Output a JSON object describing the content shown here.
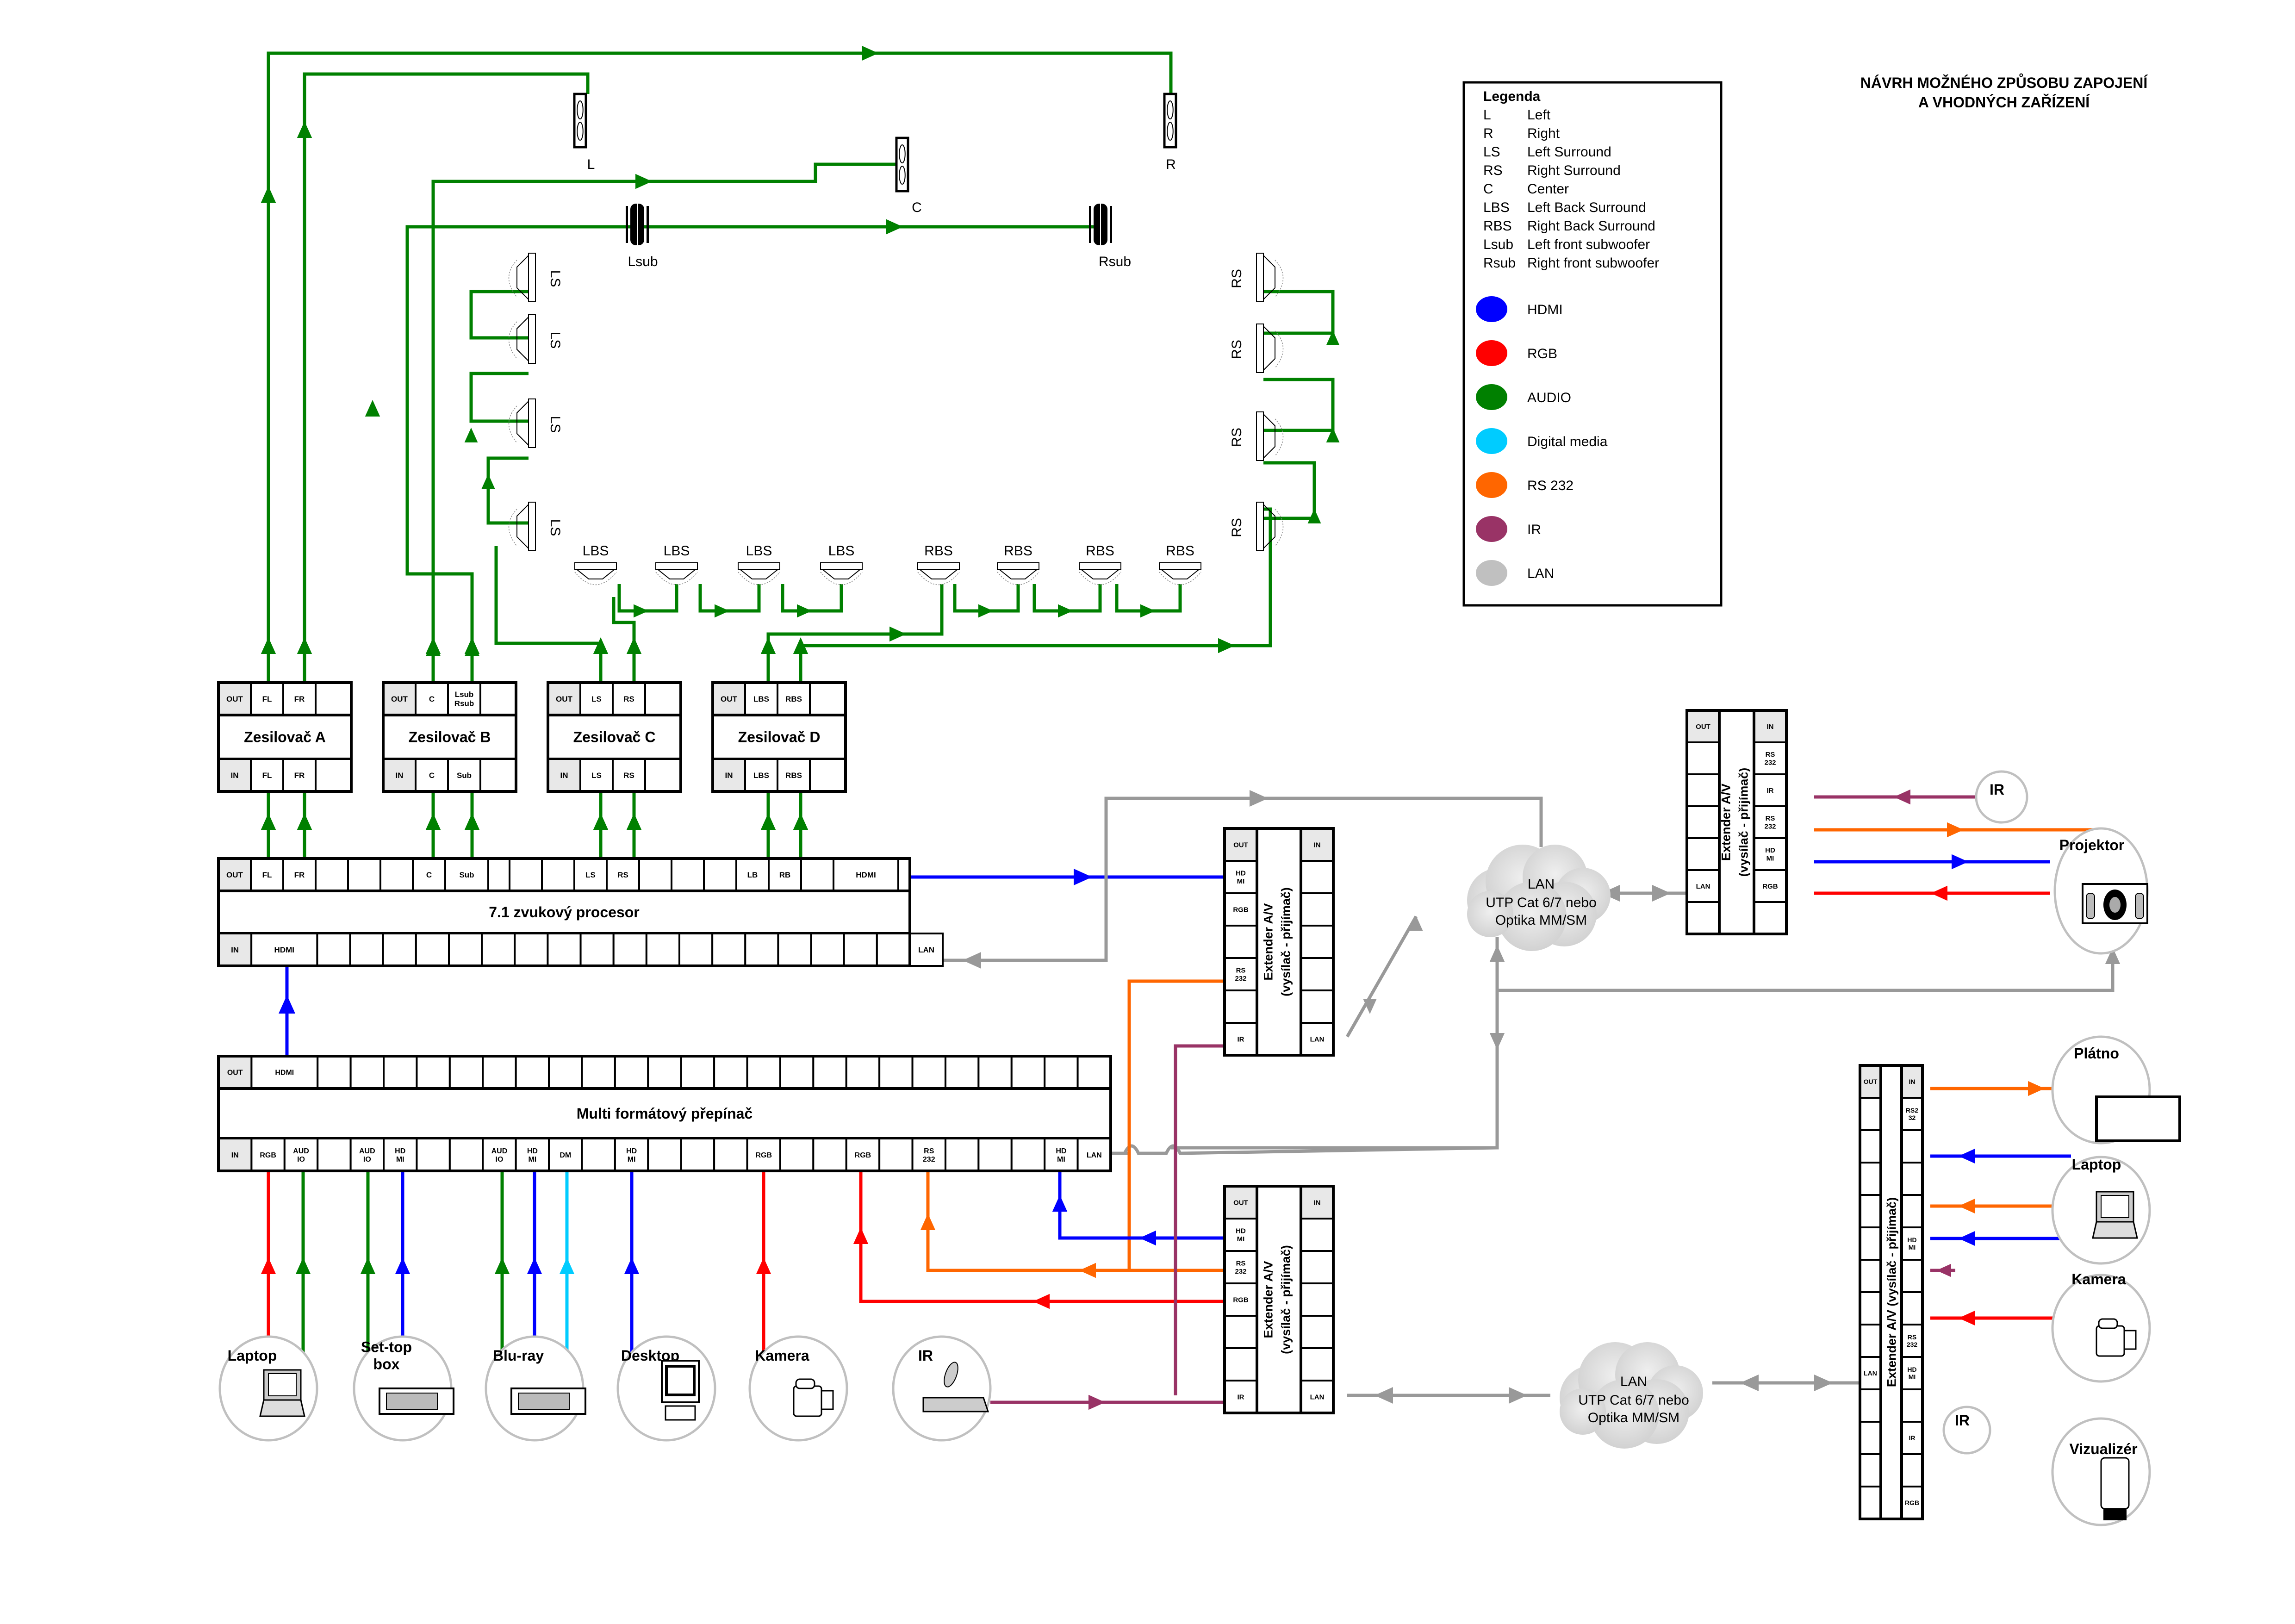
{
  "title": {
    "line1": "NÁVRH MOŽNÉHO ZPŮSOBU ZAPOJENÍ",
    "line2": "A VHODNÝCH ZAŘÍZENÍ"
  },
  "colors": {
    "hdmi": "#0000ff",
    "rgb": "#ff0000",
    "audio": "#008000",
    "digital_media": "#00ccff",
    "rs232": "#ff6600",
    "ir": "#993366",
    "lan": "#999999"
  },
  "legend": {
    "title": "Legenda",
    "abbreviations": [
      {
        "code": "L",
        "meaning": "Left"
      },
      {
        "code": "R",
        "meaning": "Right"
      },
      {
        "code": "LS",
        "meaning": "Left Surround"
      },
      {
        "code": "RS",
        "meaning": "Right Surround"
      },
      {
        "code": "C",
        "meaning": "Center"
      },
      {
        "code": "LBS",
        "meaning": "Left Back Surround"
      },
      {
        "code": "RBS",
        "meaning": "Right Back Surround"
      },
      {
        "code": "Lsub",
        "meaning": "Left front subwoofer"
      },
      {
        "code": "Rsub",
        "meaning": "Right front subwoofer"
      }
    ],
    "signals": [
      {
        "label": "HDMI",
        "color": "#0000ff"
      },
      {
        "label": "RGB",
        "color": "#ff0000"
      },
      {
        "label": "AUDIO",
        "color": "#008000"
      },
      {
        "label": "Digital media",
        "color": "#00ccff"
      },
      {
        "label": "RS 232",
        "color": "#ff6600"
      },
      {
        "label": "IR",
        "color": "#993366"
      },
      {
        "label": "LAN",
        "color": "#c0c0c0"
      }
    ]
  },
  "speakers": {
    "front": [
      {
        "label": "L"
      },
      {
        "label": "C"
      },
      {
        "label": "R"
      }
    ],
    "subs": [
      {
        "label": "Lsub"
      },
      {
        "label": "Rsub"
      }
    ],
    "left_surround": [
      "LS",
      "LS",
      "LS",
      "LS"
    ],
    "right_surround": [
      "RS",
      "RS",
      "RS",
      "RS"
    ],
    "back": [
      "LBS",
      "LBS",
      "LBS",
      "LBS",
      "RBS",
      "RBS",
      "RBS",
      "RBS"
    ]
  },
  "amplifiers": [
    {
      "name": "Zesilovač A",
      "out": [
        "OUT",
        "FL",
        "FR",
        ""
      ],
      "in": [
        "IN",
        "FL",
        "FR",
        ""
      ]
    },
    {
      "name": "Zesilovač B",
      "out": [
        "OUT",
        "C",
        "Lsub\nRsub",
        ""
      ],
      "in": [
        "IN",
        "C",
        "Sub",
        ""
      ]
    },
    {
      "name": "Zesilovač C",
      "out": [
        "OUT",
        "LS",
        "RS",
        ""
      ],
      "in": [
        "IN",
        "LS",
        "RS",
        ""
      ]
    },
    {
      "name": "Zesilovač D",
      "out": [
        "OUT",
        "LBS",
        "RBS",
        ""
      ],
      "in": [
        "IN",
        "LBS",
        "RBS",
        ""
      ]
    }
  ],
  "processor": {
    "name": "7.1 zvukový procesor",
    "out": [
      "OUT",
      "FL",
      "FR",
      "",
      "",
      "",
      "C",
      "Sub",
      "",
      "",
      "",
      "LS",
      "RS",
      "",
      "",
      "",
      "LB",
      "RB",
      "",
      "HDMI"
    ],
    "in": [
      "IN",
      "HDMI",
      "",
      "",
      "",
      "",
      "",
      "",
      "",
      "",
      "",
      "",
      "",
      "",
      "",
      "",
      "",
      "",
      "",
      "",
      "LAN"
    ]
  },
  "switcher": {
    "name": "Multi formátový přepínač",
    "out": [
      "OUT",
      "HDMI",
      "",
      "",
      "",
      "",
      "",
      "",
      "",
      "",
      "",
      "",
      "",
      "",
      "",
      "",
      "",
      "",
      "",
      "",
      "",
      "",
      "",
      "",
      "",
      "",
      ""
    ],
    "in": [
      "IN",
      "RGB",
      "AUD\nIO",
      "",
      "AUD\nIO",
      "HD\nMI",
      "",
      "",
      "AUD\nIO",
      "HD\nMI",
      "DM",
      "",
      "HD\nMI",
      "",
      "",
      "",
      "RGB",
      "",
      "",
      "RGB",
      "",
      "RS\n232",
      "",
      "",
      "",
      "HD\nMI",
      "LAN"
    ]
  },
  "extenders": [
    {
      "id": "ext1",
      "title": "Extender A/V",
      "subtitle": "(vysílač - přijímač)",
      "left": [
        "OUT",
        "HD\nMI",
        "RGB",
        "",
        "RS\n232",
        "",
        "IR"
      ],
      "right": [
        "IN",
        "",
        "",
        "",
        "",
        "",
        "LAN"
      ]
    },
    {
      "id": "ext2",
      "title": "Extender A/V",
      "subtitle": "(vysílač - přijímač)",
      "left": [
        "OUT",
        "HD\nMI",
        "RS\n232",
        "RGB",
        "",
        "",
        "IR"
      ],
      "right": [
        "IN",
        "",
        "",
        "",
        "",
        "",
        "LAN"
      ]
    },
    {
      "id": "ext3",
      "title": "Extender A/V",
      "subtitle": "(vysílač - přijímač)",
      "left": [
        "OUT",
        "",
        "",
        "",
        "",
        "LAN",
        ""
      ],
      "right": [
        "IN",
        "RS\n232",
        "IR",
        "RS\n232",
        "HD\nMI",
        "RGB",
        ""
      ]
    },
    {
      "id": "ext4",
      "title": "Extender A/V (vysílač - přijímač)",
      "subtitle": "",
      "left": [
        "OUT",
        "",
        "",
        "",
        "",
        "",
        "",
        "",
        "",
        "LAN",
        "",
        "",
        "",
        "",
        ""
      ],
      "right": [
        "IN",
        "RS2\n32",
        "",
        "",
        "",
        "HD\nMI",
        "",
        "",
        "RS\n232",
        "HD\nMI",
        "",
        "IR",
        "",
        "RGB"
      ]
    }
  ],
  "clouds": [
    {
      "line1": "LAN",
      "line2": "UTP Cat 6/7 nebo",
      "line3": "Optika MM/SM"
    },
    {
      "line1": "LAN",
      "line2": "UTP Cat 6/7 nebo",
      "line3": "Optika MM/SM"
    }
  ],
  "sources": [
    {
      "label": "Laptop",
      "icon": "laptop"
    },
    {
      "label": "Set-top\nbox",
      "icon": "settop"
    },
    {
      "label": "Blu-ray",
      "icon": "bluray"
    },
    {
      "label": "Desktop",
      "icon": "desktop"
    },
    {
      "label": "Kamera",
      "icon": "camera"
    },
    {
      "label": "IR",
      "icon": "ir-keyboard"
    }
  ],
  "far_devices": [
    {
      "label": "IR",
      "icon": "ir"
    },
    {
      "label": "Projektor",
      "icon": "projector"
    },
    {
      "label": "Plátno",
      "icon": "screen"
    },
    {
      "label": "Laptop",
      "icon": "laptop"
    },
    {
      "label": "Kamera",
      "icon": "camera"
    },
    {
      "label": "IR",
      "icon": "ir"
    },
    {
      "label": "Vizualizér",
      "icon": "visualizer"
    }
  ]
}
